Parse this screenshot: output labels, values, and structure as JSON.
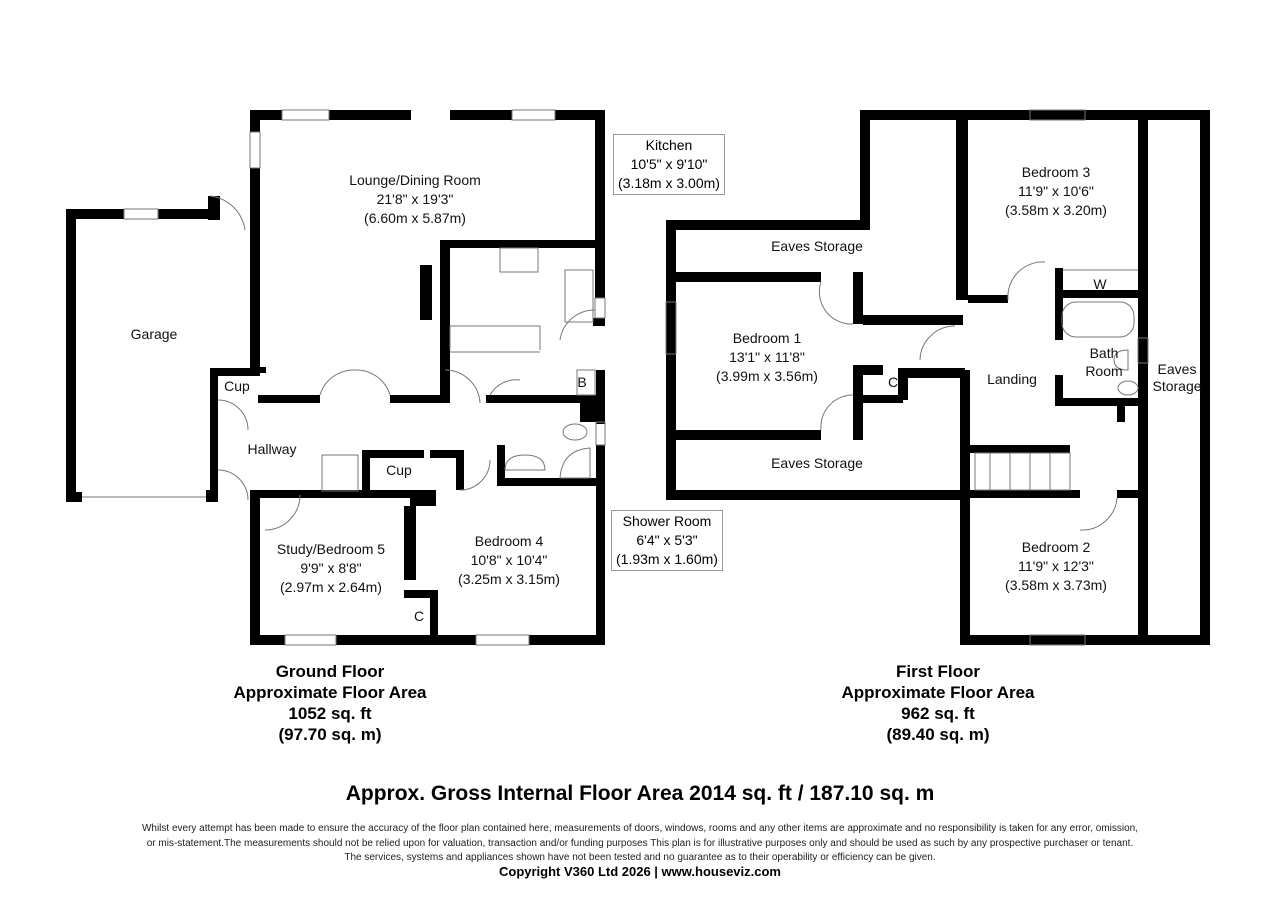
{
  "ground_floor": {
    "rooms": {
      "lounge": {
        "name": "Lounge/Dining Room",
        "imperial": "21'8\" x 19'3\"",
        "metric": "(6.60m x 5.87m)"
      },
      "garage": {
        "name": "Garage"
      },
      "hallway": {
        "name": "Hallway"
      },
      "cup1": {
        "name": "Cup"
      },
      "cup2": {
        "name": "Cup"
      },
      "study": {
        "name": "Study/Bedroom 5",
        "imperial": "9'9\" x 8'8\"",
        "metric": "(2.97m x 2.64m)"
      },
      "bedroom4": {
        "name": "Bedroom 4",
        "imperial": "10'8\" x 10'4\"",
        "metric": "(3.25m x 3.15m)"
      },
      "cupboard_c": {
        "name": "C"
      },
      "boiler": {
        "name": "B"
      }
    },
    "callouts": {
      "kitchen": {
        "name": "Kitchen",
        "imperial": "10'5\" x 9'10\"",
        "metric": "(3.18m x 3.00m)"
      },
      "shower": {
        "name": "Shower Room",
        "imperial": "6'4\" x 5'3\"",
        "metric": "(1.93m x 1.60m)"
      }
    },
    "summary": {
      "title": "Ground Floor",
      "subtitle": "Approximate Floor Area",
      "sqft": "1052 sq. ft",
      "sqm": "(97.70 sq. m)"
    }
  },
  "first_floor": {
    "rooms": {
      "eaves_top": {
        "name": "Eaves Storage"
      },
      "eaves_bottom": {
        "name": "Eaves Storage"
      },
      "eaves_right_1": {
        "name": "Eaves"
      },
      "eaves_right_2": {
        "name": "Storage"
      },
      "bedroom1": {
        "name": "Bedroom 1",
        "imperial": "13'1\" x 11'8\"",
        "metric": "(3.99m x 3.56m)"
      },
      "bedroom2": {
        "name": "Bedroom 2",
        "imperial": "11'9\" x 12'3\"",
        "metric": "(3.58m x 3.73m)"
      },
      "bedroom3": {
        "name": "Bedroom 3",
        "imperial": "11'9\" x 10'6\"",
        "metric": "(3.58m x 3.20m)"
      },
      "landing": {
        "name": "Landing"
      },
      "bath1": {
        "name": "Bath"
      },
      "bath2": {
        "name": "Room"
      },
      "wardrobe": {
        "name": "W"
      },
      "cupboard_c": {
        "name": "C"
      }
    },
    "summary": {
      "title": "First Floor",
      "subtitle": "Approximate Floor Area",
      "sqft": "962 sq. ft",
      "sqm": "(89.40 sq. m)"
    }
  },
  "footer": {
    "gross": "Approx. Gross Internal Floor Area 2014 sq. ft / 187.10 sq. m",
    "disclaimer_1": "Whilst every attempt has been made to ensure the accuracy of the floor plan contained here, measurements of doors, windows, rooms and any other items are approximate and no responsibility is taken for any error, omission,",
    "disclaimer_2": "or mis-statement.The measurements should not be relied upon for valuation, transaction and/or funding purposes This plan is for illustrative purposes only and should be used as such by any prospective purchaser or tenant.",
    "disclaimer_3": "The services, systems and appliances shown have not been tested and no guarantee as to their operability or efficiency can be given.",
    "copyright": "Copyright V360 Ltd 2026 | www.houseviz.com"
  },
  "colors": {
    "wall": "#000000",
    "thin_line": "#777777",
    "background": "#ffffff"
  }
}
